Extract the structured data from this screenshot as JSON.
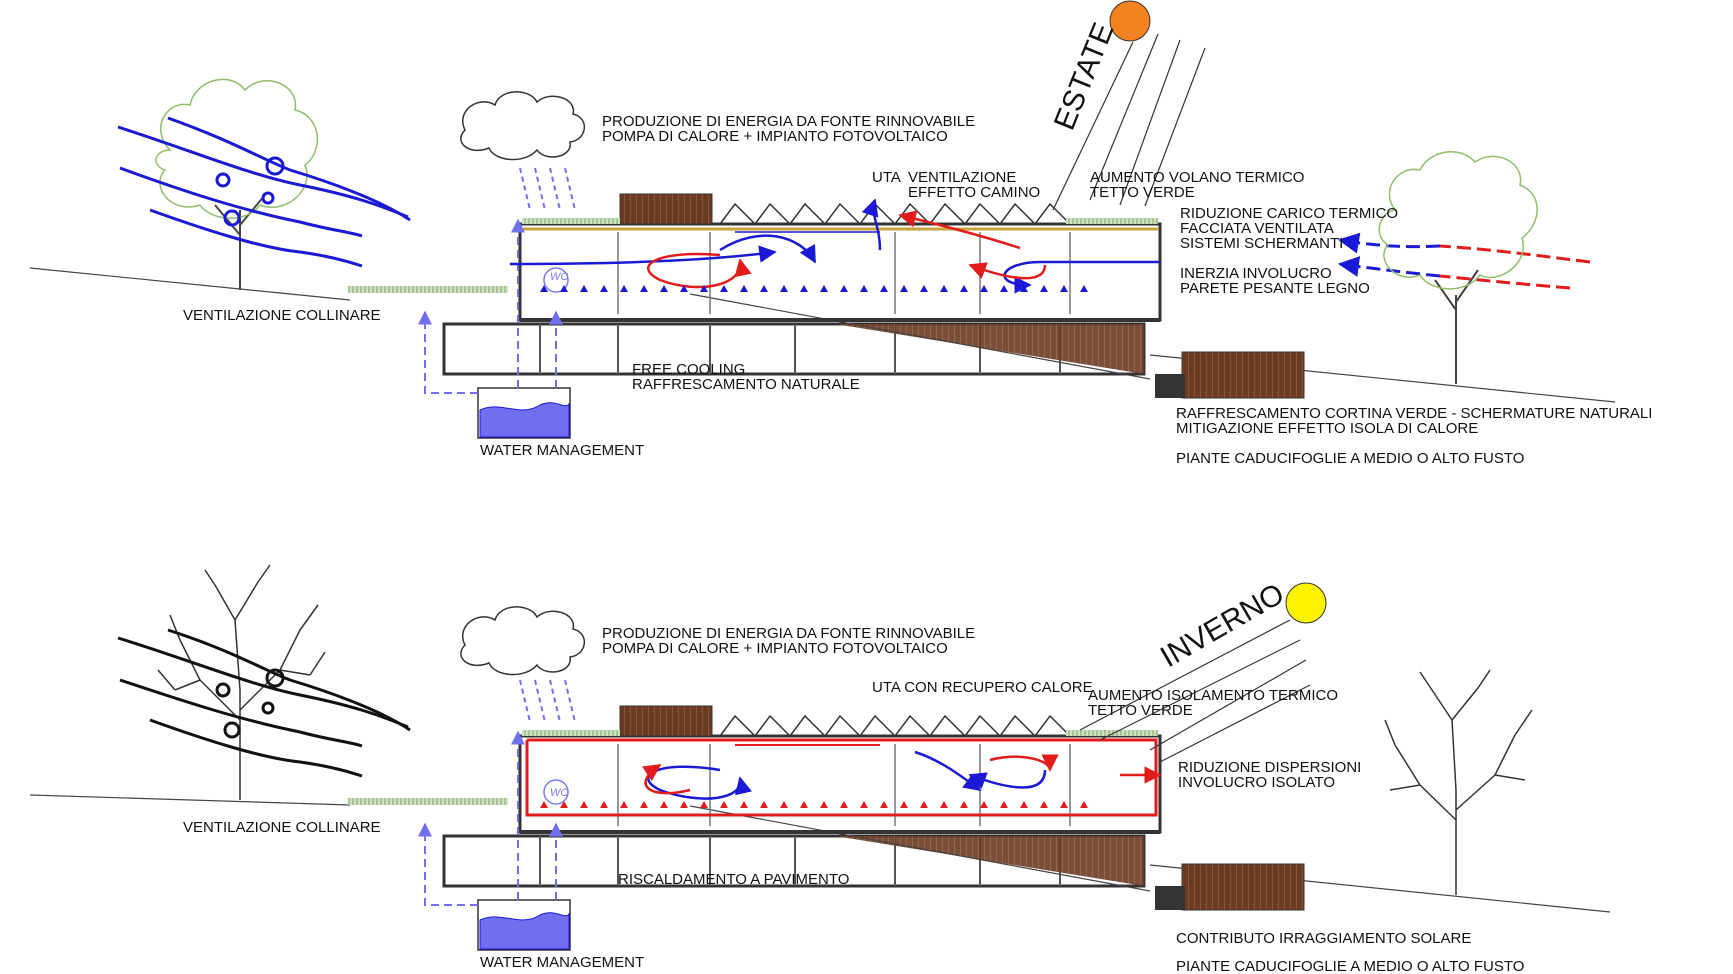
{
  "summer": {
    "season": "ESTATE",
    "energy_line1": "PRODUZIONE DI ENERGIA DA FONTE RINNOVABILE",
    "energy_line2": "POMPA DI CALORE + IMPIANTO FOTOVOLTAICO",
    "uta": "UTA",
    "vent_line1": "VENTILAZIONE",
    "vent_line2": "EFFETTO CAMINO",
    "roof_line1": "AUMENTO VOLANO TERMICO",
    "roof_line2": "TETTO VERDE",
    "facade_line1": "RIDUZIONE CARICO TERMICO",
    "facade_line2": "FACCIATA VENTILATA",
    "facade_line3": "SISTEMI SCHERMANTI",
    "inertia_line1": "INERZIA INVOLUCRO",
    "inertia_line2": "PARETE PESANTE LEGNO",
    "hill_vent": "VENTILAZIONE COLLINARE",
    "cooling_line1": "FREE COOLING",
    "cooling_line2": "RAFFRESCAMENTO NATURALE",
    "water": "WATER MANAGEMENT",
    "wc": "WC",
    "green_line1": "RAFFRESCAMENTO CORTINA VERDE - SCHERMATURE NATURALI",
    "green_line2": "MITIGAZIONE EFFETTO ISOLA DI CALORE",
    "plants": "PIANTE CADUCIFOGLIE A MEDIO O ALTO FUSTO"
  },
  "winter": {
    "season": "INVERNO",
    "energy_line1": "PRODUZIONE DI ENERGIA DA FONTE RINNOVABILE",
    "energy_line2": "POMPA DI CALORE + IMPIANTO FOTOVOLTAICO",
    "uta": "UTA CON RECUPERO CALORE",
    "roof_line1": "AUMENTO ISOLAMENTO TERMICO",
    "roof_line2": "TETTO VERDE",
    "disp_line1": "RIDUZIONE DISPERSIONI",
    "disp_line2": "INVOLUCRO ISOLATO",
    "hill_vent": "VENTILAZIONE COLLINARE",
    "floor_heating": "RISCALDAMENTO A PAVIMENTO",
    "water": "WATER MANAGEMENT",
    "wc": "WC",
    "solar": "CONTRIBUTO IRRAGGIAMENTO SOLARE",
    "plants": "PIANTE CADUCIFOGLIE A MEDIO O ALTO FUSTO"
  },
  "colors": {
    "summer_sun": "#f58220",
    "winter_sun": "#fff200",
    "cool_air": "#1a1ad6",
    "warm_air": "#e21b1b",
    "water": "#6f6ff0",
    "wood": "#6b3a22",
    "green_roof": "#9fc089",
    "tree_leaf": "#8fbf6a"
  }
}
